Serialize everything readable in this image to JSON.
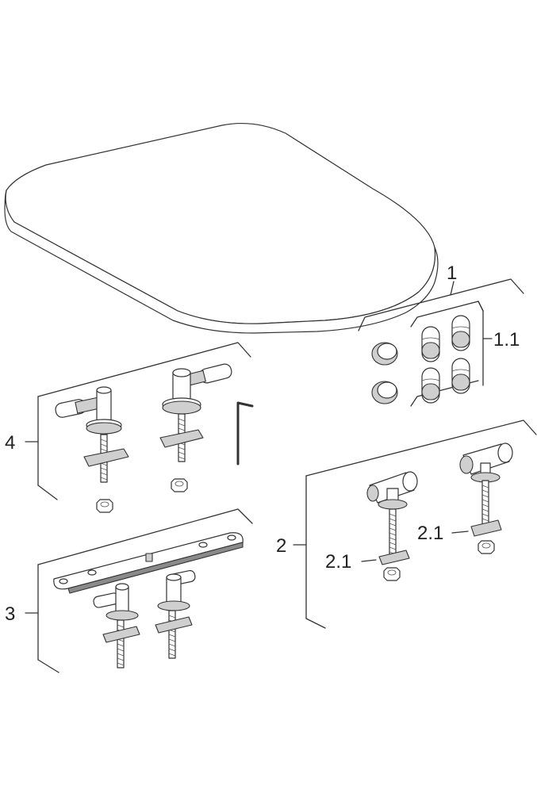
{
  "labels": {
    "seat_set": "1",
    "bumpers": "1.1",
    "hinge_set_2": "2",
    "washer_left": "2.1",
    "washer_right": "2.1",
    "hinge_set_3": "3",
    "hinge_set_4": "4"
  }
}
